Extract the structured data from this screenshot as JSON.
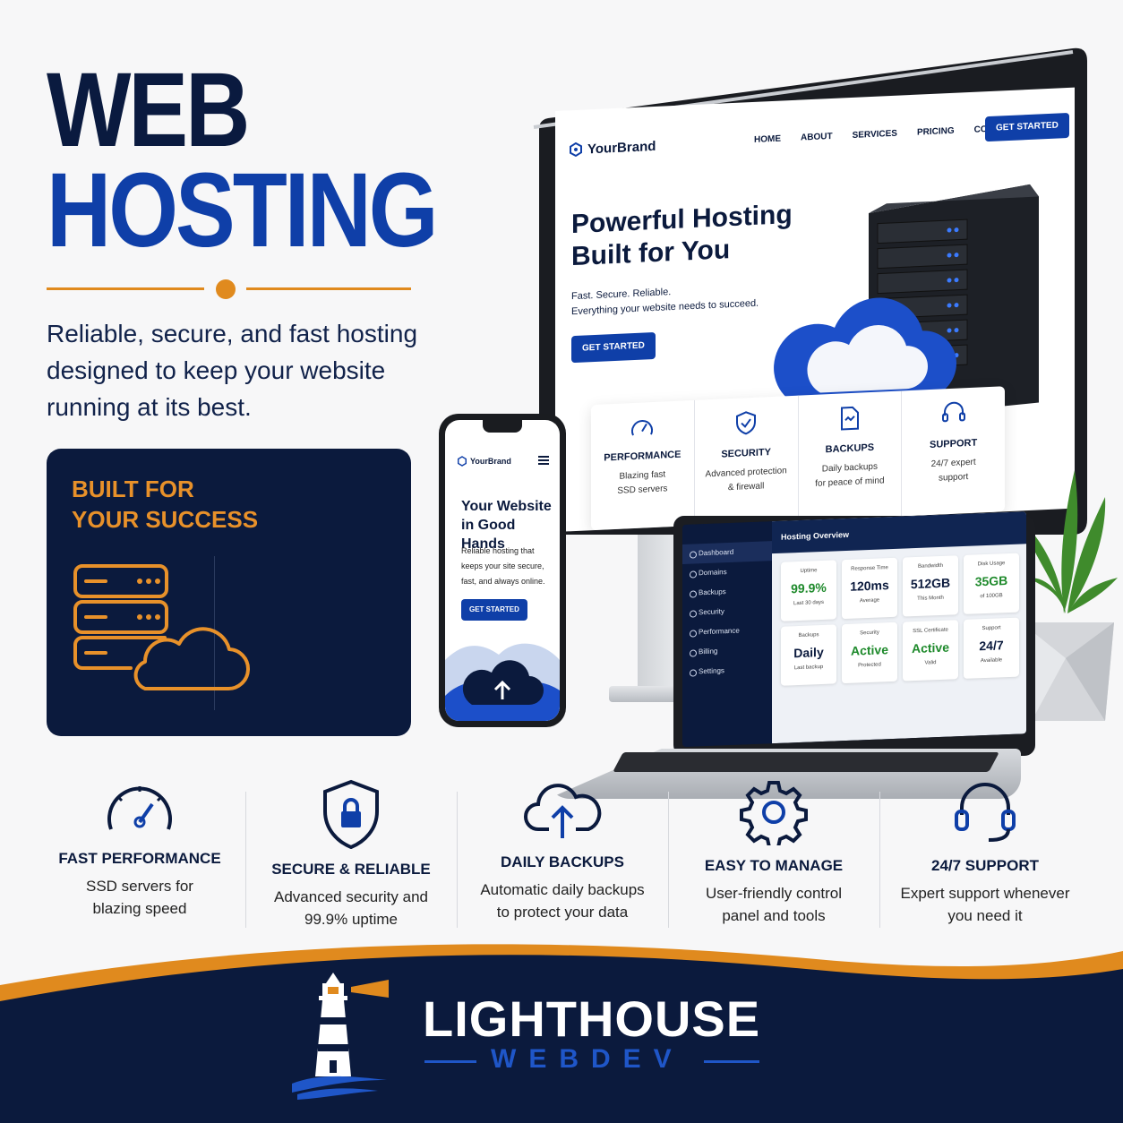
{
  "headline": {
    "line1": "WEB",
    "line2": "HOSTING"
  },
  "tagline": "Reliable, secure, and fast hosting designed to keep your website running at its best.",
  "success_card": {
    "title": "BUILT FOR\nYOUR SUCCESS"
  },
  "monitor": {
    "brand": "YourBrand",
    "nav": [
      "HOME",
      "ABOUT",
      "SERVICES",
      "PRICING",
      "CONTACT"
    ],
    "nav_cta": "GET STARTED",
    "hero_title": "Powerful Hosting\nBuilt for You",
    "hero_subtitle": "Fast. Secure. Reliable.\nEverything your website needs to succeed.",
    "hero_cta": "GET STARTED",
    "features": [
      {
        "title": "PERFORMANCE",
        "desc": "Blazing fast\nSSD servers"
      },
      {
        "title": "SECURITY",
        "desc": "Advanced protection\n& firewall"
      },
      {
        "title": "BACKUPS",
        "desc": "Daily backups\nfor peace of mind"
      },
      {
        "title": "SUPPORT",
        "desc": "24/7 expert\nsupport"
      }
    ]
  },
  "phone": {
    "brand": "YourBrand",
    "title": "Your Website\nin Good Hands",
    "subtitle": "Reliable hosting that\nkeeps your site secure,\nfast, and always online.",
    "cta": "GET STARTED"
  },
  "laptop": {
    "sidebar": [
      "Dashboard",
      "Domains",
      "Backups",
      "Security",
      "Performance",
      "Billing",
      "Settings"
    ],
    "title": "Hosting Overview",
    "stats": [
      {
        "label": "Uptime",
        "value": "99.9%",
        "sub": "Last 30 days",
        "green": true
      },
      {
        "label": "Response Time",
        "value": "120ms",
        "sub": "Average",
        "green": false
      },
      {
        "label": "Bandwidth",
        "value": "512GB",
        "sub": "This Month",
        "green": false
      },
      {
        "label": "Disk Usage",
        "value": "35GB",
        "sub": "of 100GB",
        "green": true
      },
      {
        "label": "Backups",
        "value": "Daily",
        "sub": "Last backup",
        "green": false
      },
      {
        "label": "Security",
        "value": "Active",
        "sub": "Protected",
        "green": true
      },
      {
        "label": "SSL Certificate",
        "value": "Active",
        "sub": "Valid",
        "green": true
      },
      {
        "label": "Support",
        "value": "24/7",
        "sub": "Available",
        "green": false
      }
    ]
  },
  "features": [
    {
      "icon": "speedometer-icon",
      "title": "FAST PERFORMANCE",
      "desc": "SSD servers for\nblazing speed"
    },
    {
      "icon": "shield-lock-icon",
      "title": "SECURE & RELIABLE",
      "desc": "Advanced security and\n99.9% uptime"
    },
    {
      "icon": "cloud-upload-icon",
      "title": "DAILY BACKUPS",
      "desc": "Automatic daily backups\nto protect your data"
    },
    {
      "icon": "gear-icon",
      "title": "EASY TO MANAGE",
      "desc": "User-friendly control\npanel and tools"
    },
    {
      "icon": "headset-icon",
      "title": "24/7 SUPPORT",
      "desc": "Expert support whenever\nyou need it"
    }
  ],
  "footer": {
    "name": "LIGHTHOUSE",
    "sub": "WEBDEV"
  },
  "colors": {
    "navy": "#0b1a3d",
    "blue": "#0f3fa8",
    "orange": "#e08a1e",
    "green": "#1f8a2c"
  }
}
